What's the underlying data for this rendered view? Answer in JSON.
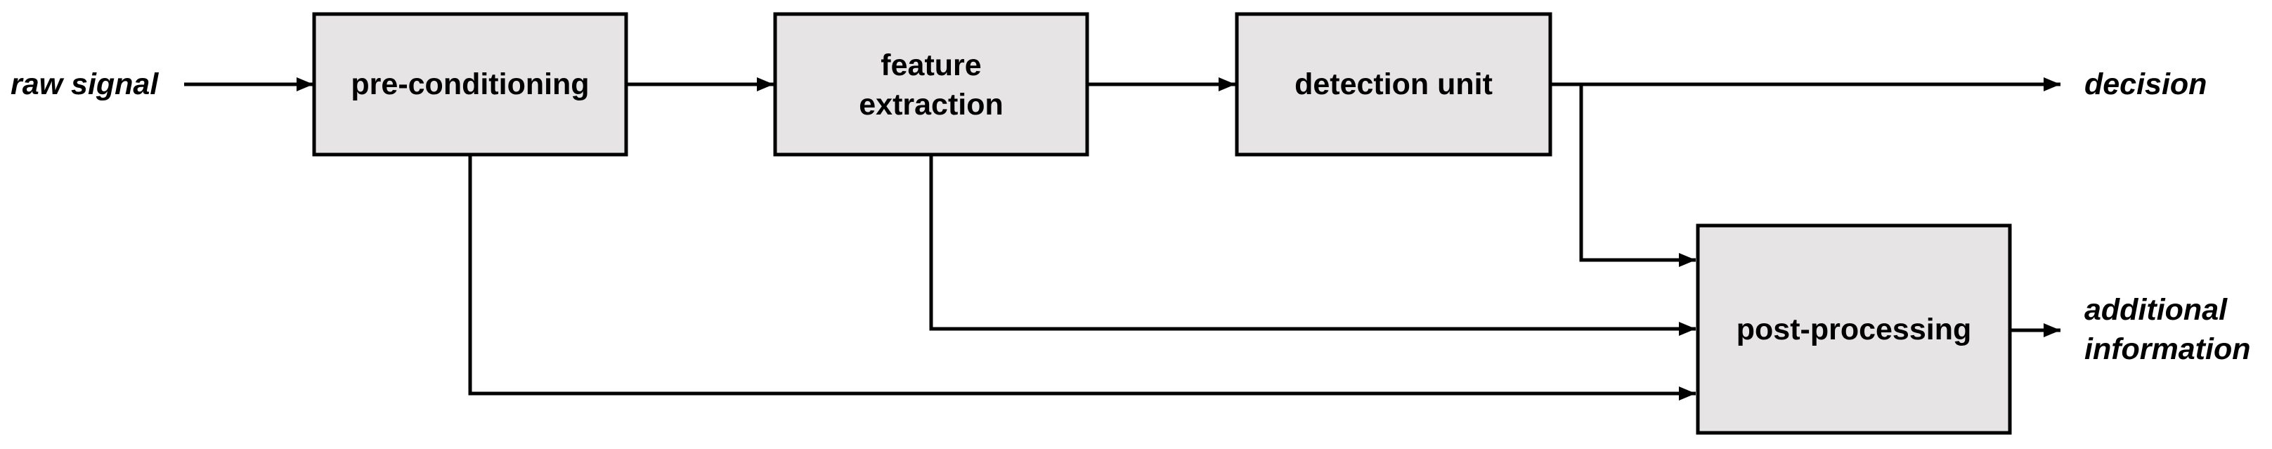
{
  "colors": {
    "block_fill": "#e6e4e5",
    "line": "#000000",
    "background": "#ffffff"
  },
  "inputs": {
    "raw_signal": "raw signal"
  },
  "outputs": {
    "decision": "decision",
    "additional_information": [
      "additional",
      "information"
    ]
  },
  "blocks": {
    "pre_conditioning": [
      "pre-conditioning"
    ],
    "feature_extraction": [
      "feature",
      "extraction"
    ],
    "detection_unit": [
      "detection unit"
    ],
    "post_processing": [
      "post-processing"
    ]
  }
}
